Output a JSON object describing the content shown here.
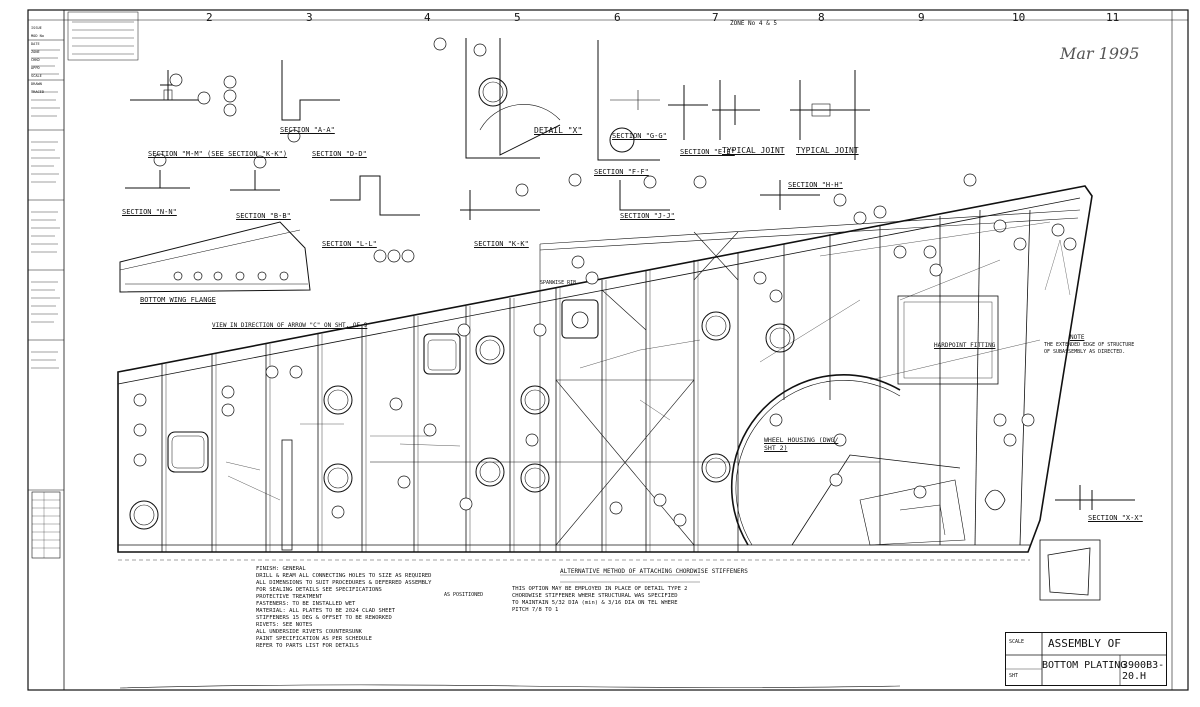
{
  "drawing": {
    "title_line1": "ASSEMBLY OF",
    "title_line2": "BOTTOM PLATING",
    "drawing_number": "3900B3-20.H",
    "top_reference": "ZONE No 4 & 5",
    "handwritten_top": "Mar 1995",
    "zone_numbers": [
      "2",
      "3",
      "4",
      "5",
      "6",
      "7",
      "8",
      "9",
      "10",
      "11"
    ]
  },
  "section_titles": {
    "m_m": "SECTION \"M-M\" (SEE SECTION \"K-K\")",
    "n_n": "SECTION \"N-N\"",
    "a_a": "SECTION \"A-A\"",
    "b_b": "SECTION \"B-B\"",
    "d_d": "SECTION \"D-D\"",
    "e_e": "SECTION \"E-E\"",
    "j_j": "SECTION \"J-J\"",
    "l_l": "SECTION \"L-L\"",
    "k_k": "SECTION \"K-K\"",
    "f_f": "SECTION \"F-F\"",
    "h_h": "SECTION \"H-H\"",
    "g_g": "SECTION \"G-G\"",
    "x_x": "SECTION \"X-X\"",
    "detail_x": "DETAIL \"X\"",
    "typical_joint_1": "TYPICAL JOINT",
    "typical_joint_2": "TYPICAL JOINT",
    "bottom_view": "BOTTOM WING FLANGE",
    "view_arrow": "VIEW IN DIRECTION OF ARROW \"C\" ON SHT. OF 9"
  },
  "labels": {
    "wheel_housing": "WHEEL HOUSING (DWG/ SHT 2)",
    "hardpoint": "HARDPOINT FITTING",
    "spanwise_rib": "SPANWISE RIB",
    "alt_method": "ALTERNATIVE METHOD OF ATTACHING CHORDWISE STIFFENERS",
    "note_heading": "NOTE",
    "note_text": "THE EXTENDED EDGE OF STRUCTURE OF SUBASSEMBLY AS DIRECTED.",
    "as_positioned": "AS POSITIONED"
  },
  "general_notes": [
    "FINISH: GENERAL",
    "DRILL & REAM ALL CONNECTING HOLES TO SIZE AS REQUIRED",
    "ALL DIMENSIONS TO SUIT PROCEDURES & DEFERRED ASSEMBLY",
    "FOR SEALING DETAILS SEE SPECIFICATIONS",
    "PROTECTIVE TREATMENT",
    "FASTENERS: TO BE INSTALLED WET",
    "MATERIAL: ALL PLATES TO BE 2024 CLAD SHEET",
    "STIFFENERS 15 DEG & OFFSET TO BE REWORKED",
    "RIVETS: SEE NOTES",
    "ALL UNDERSIDE RIVETS COUNTERSUNK",
    "PAINT SPECIFICATION AS PER SCHEDULE",
    "REFER TO PARTS LIST FOR DETAILS"
  ],
  "lower_notes": [
    "THIS OPTION MAY BE EMPLOYED IN PLACE OF DETAIL TYPE 2",
    "CHORDWISE STIFFENER WHERE STRUCTURAL WAS SPECIFIED",
    "TO MAINTAIN 5/32 DIA (min) & 3/16 DIA ON TEL WHERE",
    "PITCH 7/8 TO 1"
  ],
  "rev_block": {
    "rows": [
      "ISSUE",
      "MOD No",
      "DATE",
      "ZONE",
      "CHKD",
      "APPD",
      "SCALE",
      "DRAWN",
      "TRACED"
    ]
  },
  "title_small": {
    "scale": "SCALE",
    "sheet": "SHT"
  }
}
